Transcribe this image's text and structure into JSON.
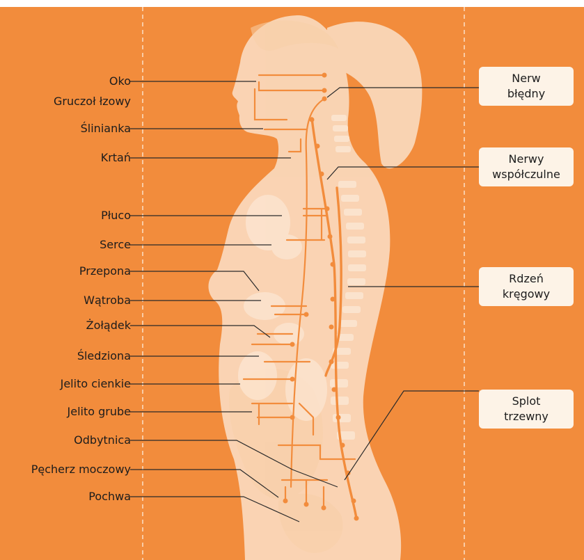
{
  "organs": [
    "Oko",
    "Gruczoł łzowy",
    "Ślinianka",
    "Krtań",
    "Płuco",
    "Serce",
    "Przepona",
    "Wątroba",
    "Żołądek",
    "Śledziona",
    "Jelito cienkie",
    "Jelito grube",
    "Odbytnica",
    "Pęcherz moczowy",
    "Pochwa"
  ],
  "nerves": [
    {
      "line1": "Nerw",
      "line2": "błędny"
    },
    {
      "line1": "Nerwy",
      "line2": "współczulne"
    },
    {
      "line1": "Rdzeń",
      "line2": "kręgowy"
    },
    {
      "line1": "Splot",
      "line2": "trzewny"
    }
  ],
  "colors": {
    "background": "#f28c3c",
    "body_silhouette": "#fbe3cd",
    "nerve_lines": "#f28c3c",
    "label_boxes": "#fdf3e7",
    "leader_lines": "#2a2a2a"
  }
}
